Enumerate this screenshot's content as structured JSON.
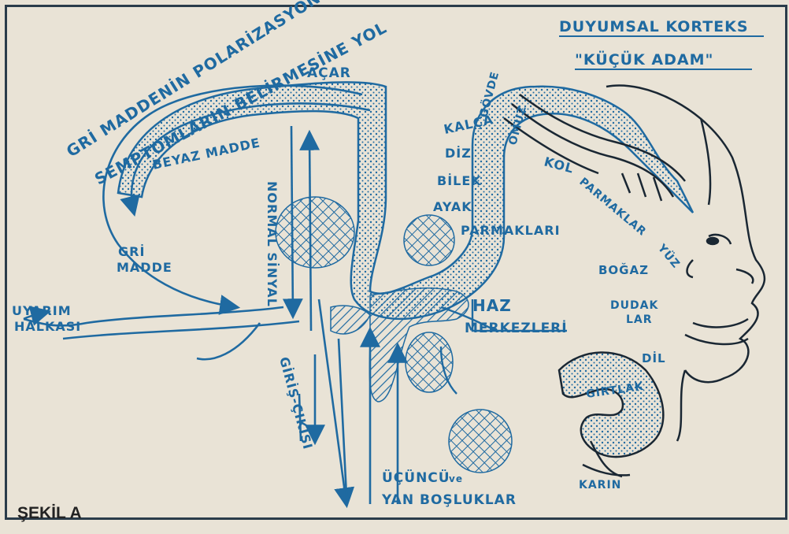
{
  "caption": "ŞEKİL A",
  "labels": {
    "title1": "DUYUMSAL KORTEKS",
    "title2": "\"KÜÇÜK ADAM\"",
    "polar1": "GRİ MADDENİN POLARİZASYONU",
    "polar2": "SEMPTOMLARIN BELİRMESİNE YOL",
    "acar": "AÇAR",
    "beyaz": "BEYAZ MADDE",
    "gri1": "GRİ",
    "gri2": "MADDE",
    "uyarim1": "UYARIM",
    "uyarim2": "HALKASI",
    "normal": "NORMAL SİNYAL",
    "giris": "GİRİŞ-ÇIKISI",
    "kalca": "KALÇA",
    "diz": "DİZ",
    "bilek": "BİLEK",
    "ayak": "AYAK",
    "govde": "GÖVDE",
    "omuz": "OMUZ",
    "kol": "KOL",
    "parmaklar": "PARMAKLAR",
    "parmaklari": "PARMAKLARI",
    "bogaz": "BOĞAZ",
    "yuz": "YÜZ",
    "dudak1": "DUDAK",
    "dudak2": "LAR",
    "dil": "DİL",
    "girtlak": "GIRTLAK",
    "karin": "KARIN",
    "haz1": "HAZ",
    "haz2": "MERKEZLERİ",
    "ucuncu": "ÜÇÜNCÜ",
    "ve": "ve",
    "yan": "YAN BOŞLUKLAR"
  },
  "colors": {
    "ink": "#1f6aa1",
    "dark": "#1a2733",
    "paper": "#e9e3d6"
  },
  "icons": [
    "cross-hatch-region",
    "arrow-head",
    "little-man-face"
  ]
}
